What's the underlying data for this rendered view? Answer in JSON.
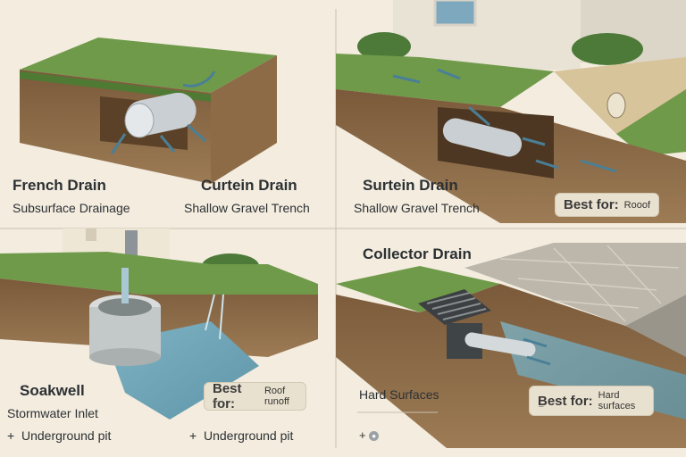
{
  "panels": {
    "french": {
      "title": "French Drain",
      "subtitle": "Subsurface Drainage"
    },
    "curtain": {
      "title": "Curtein Drain",
      "subtitle": "Shallow Gravel Trench"
    },
    "surtein": {
      "title": "Surtein Drain",
      "subtitle": "Shallow Gravel Trench",
      "badge_label": "Best for:",
      "badge_value": "Rooof"
    },
    "soakwell": {
      "title": "Soakwell",
      "subtitle": "Stormwater Inlet",
      "bullet1": "Underground pit",
      "bullet2": "Underground pit",
      "badge_label": "Best for:",
      "badge_value": "Roof runoff",
      "badge_dash": "–"
    },
    "collector": {
      "title": "Collector Drain",
      "subtitle": "Hard Surfaces",
      "badge_label": "Best for:",
      "badge_value": "Hard surfaces",
      "badge_dash": "–",
      "bullet_plus": "+"
    }
  },
  "bullet_symbol": "+",
  "colors": {
    "background": "#f3ecdf",
    "grass": "#6f9a4a",
    "soil": "#8a6a45",
    "water": "#6fa3b5",
    "pipe": "#c9cfd2",
    "paving": "#bdb7ab",
    "text": "#2c3033"
  }
}
